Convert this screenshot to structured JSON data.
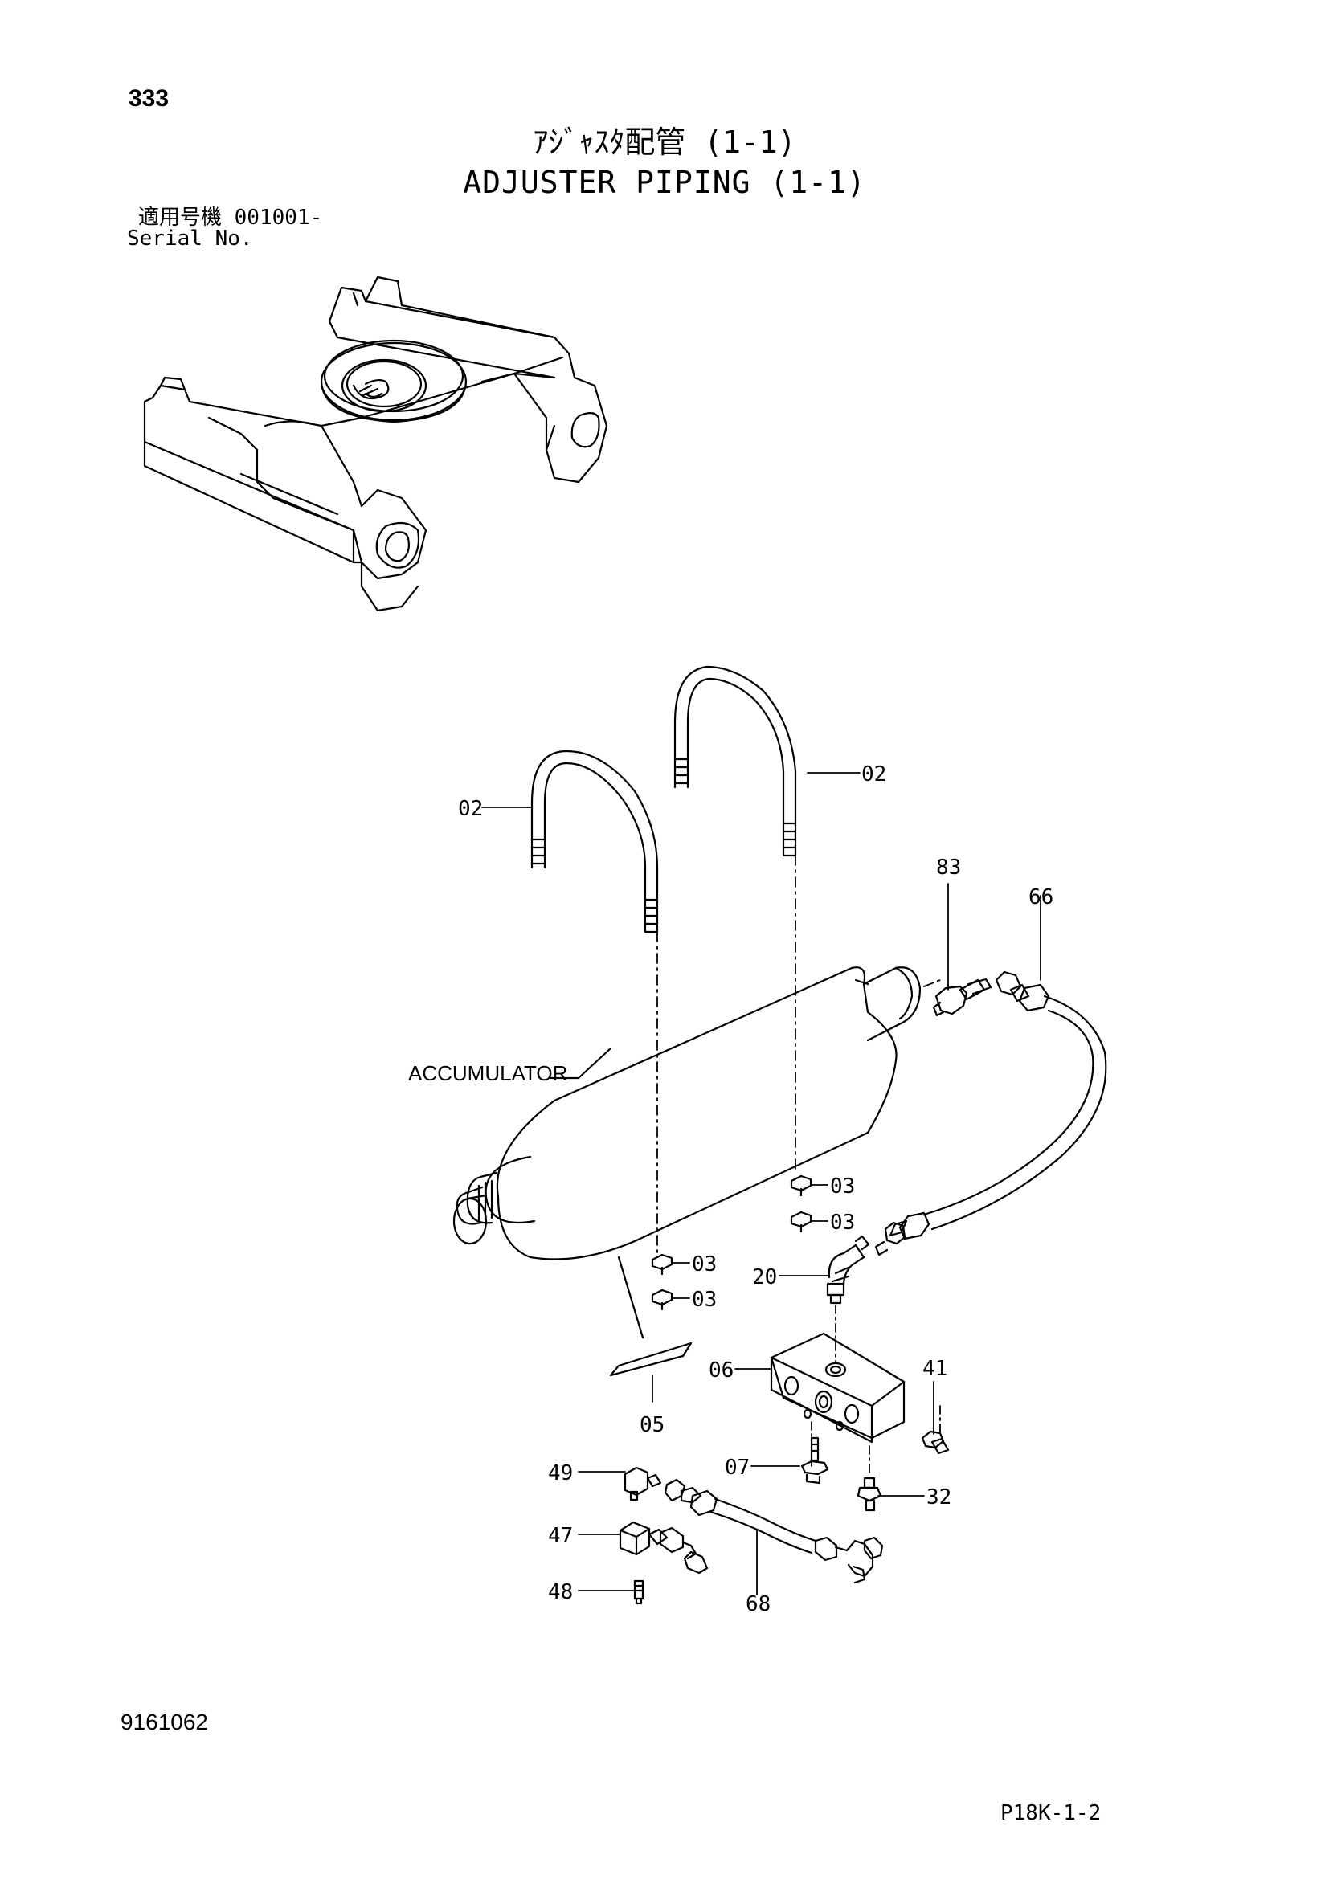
{
  "header": {
    "page_number": "333",
    "title_jp": "ｱｼﾞｬｽﾀ配管 (1-1)",
    "title_en": "ADJUSTER PIPING (1-1)",
    "serial_label_jp": "適用号機  001001-",
    "serial_label_en": "Serial No."
  },
  "figure": {
    "accumulator_label": "ACCUMULATOR",
    "callouts": [
      "02",
      "02",
      "83",
      "66",
      "03",
      "03",
      "03",
      "03",
      "20",
      "06",
      "05",
      "41",
      "07",
      "32",
      "49",
      "47",
      "48",
      "68"
    ]
  },
  "footer": {
    "document_number": "9161062",
    "figure_code": "P18K-1-2"
  }
}
